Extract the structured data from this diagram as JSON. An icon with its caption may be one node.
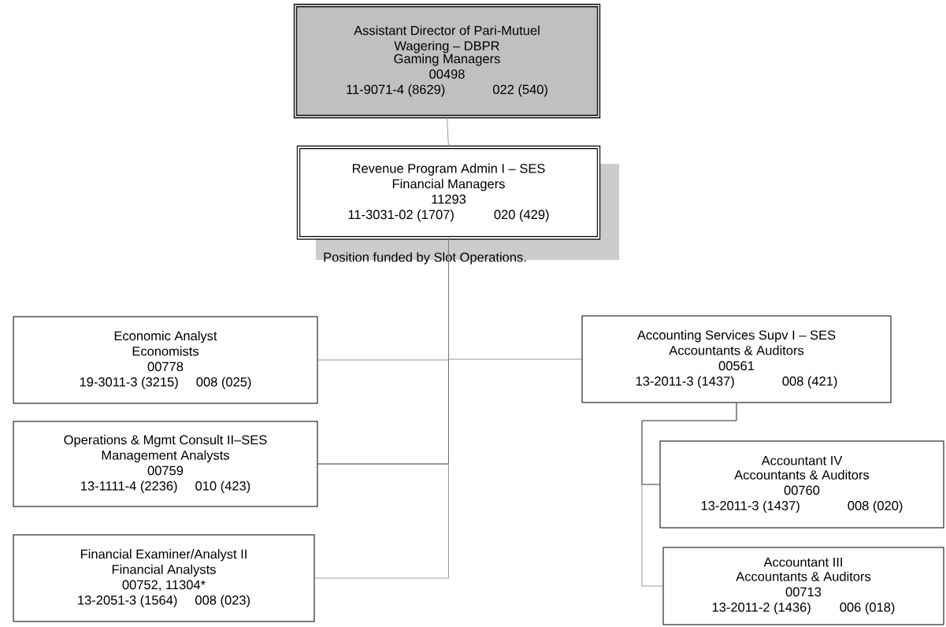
{
  "diagram": {
    "nodes": [
      {
        "text": [
          "Assistant Director of Pari-Mutuel Wagering – DBPR",
          "Gaming Managers",
          "00498",
          "11-9071-4 (8629)",
          "022 (540)"
        ]
      },
      {
        "text": [
          "Revenue Program Admin I – SES",
          "Financial Managers",
          "11293",
          "11-3031-02 (1707)",
          "020 (429)"
        ],
        "beside": [
          "Position funded by Slot Operations."
        ]
      },
      {
        "text": [
          "Economic Analyst",
          "Economists",
          "00778",
          "19-3011-3 (3215)",
          "008 (025)"
        ]
      },
      {
        "text": [
          "Operations & Mgmt Consult II–SES",
          "Management Analysts",
          "00759",
          "13-1111-4 (2236)",
          "010 (423)"
        ]
      },
      {
        "text": [
          "Financial Examiner/Analyst II",
          "Financial Analysts",
          "00752, 11304*",
          "13-2051-3 (1564)",
          "008 (023)"
        ]
      },
      {
        "text": [
          "Accounting Services Supv I – SES",
          "Accountants & Auditors",
          "00561",
          "13-2011-3 (1437)",
          "008 (421)"
        ]
      },
      {
        "text": [
          "Accountant IV",
          "Accountants & Auditors",
          "00760",
          "13-2011-3 (1437)",
          "008 (020)"
        ]
      },
      {
        "text": [
          "Accountant III",
          "Accountants & Auditors",
          "00713",
          "13-2011-2 (1436)",
          "006 (018)"
        ]
      }
    ],
    "edges": [
      {
        "from": 0,
        "to": 1,
        "arrow": "none"
      },
      {
        "from": 1,
        "to": 2,
        "arrow": "none"
      },
      {
        "from": 1,
        "to": 3,
        "arrow": "none",
        "color": "#000000"
      },
      {
        "from": 1,
        "to": 4,
        "arrow": "none"
      },
      {
        "from": 1,
        "to": 5,
        "arrow": "none"
      },
      {
        "from": 5,
        "to": 6,
        "arrow": "none",
        "color": "#000000"
      },
      {
        "from": 5,
        "to": 7,
        "arrow": "none"
      }
    ]
  }
}
